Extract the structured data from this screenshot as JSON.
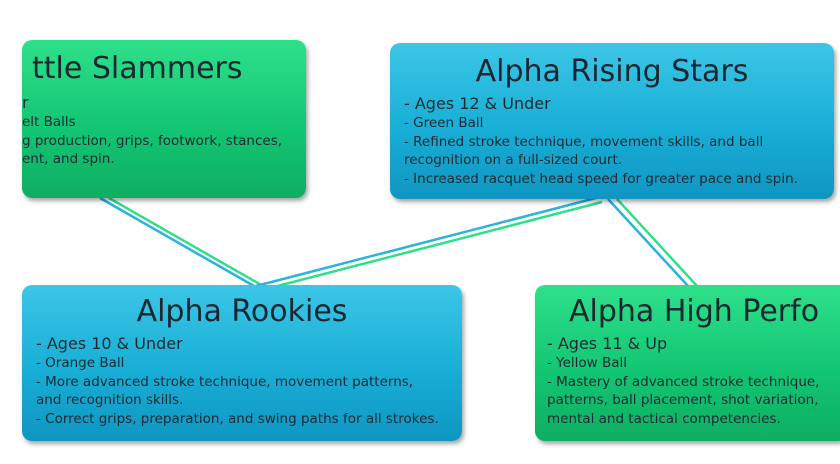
{
  "nodes": {
    "battle_slammers": {
      "title": "ttle Slammers",
      "items": [
        "r",
        "elt Balls",
        "g production, grips, footwork, stances,",
        "ent, and spin."
      ]
    },
    "rising_stars": {
      "title": "Alpha Rising Stars",
      "items": [
        "- Ages 12 & Under",
        "- Green Ball",
        "- Refined stroke technique, movement skills, and ball",
        "recognition on a full-sized court.",
        "- Increased racquet head speed for greater pace and spin."
      ]
    },
    "rookies": {
      "title": "Alpha Rookies",
      "items": [
        "- Ages 10 & Under",
        "- Orange Ball",
        "- More advanced stroke technique, movement patterns,",
        "and recognition skills.",
        "- Correct grips, preparation, and swing paths for all strokes."
      ]
    },
    "high_performance": {
      "title": "Alpha High Perfo",
      "items": [
        "- Ages 11 & Up",
        "- Yellow Ball",
        "- Mastery of advanced stroke technique,",
        "patterns, ball placement, shot variation,",
        "mental and tactical competencies."
      ]
    }
  },
  "colors": {
    "green_box": "#12c673",
    "blue_box": "#18aed6",
    "connector_green": "#2fe08a",
    "connector_blue": "#28b4dc"
  }
}
